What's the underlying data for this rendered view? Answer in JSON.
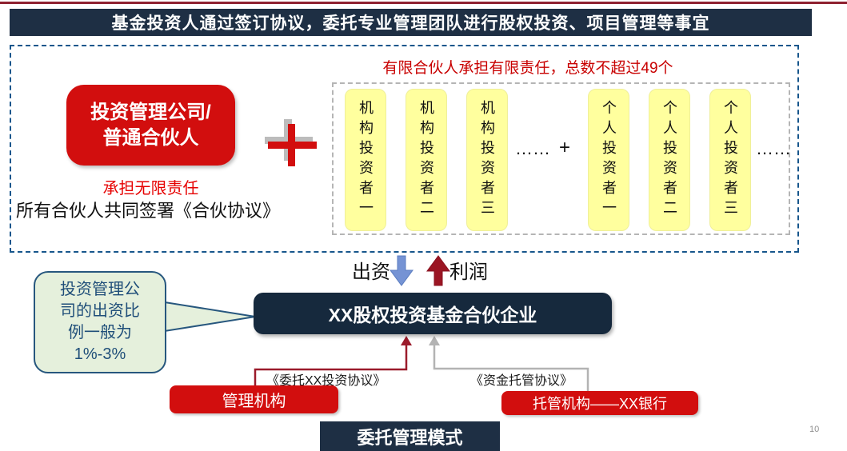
{
  "banner": {
    "title": "基金投资人通过签订协议，委托专业管理团队进行股权投资、项目管理等事宜"
  },
  "partnership": {
    "gp_box": {
      "line1": "投资管理公司/",
      "line2": "普通合伙人"
    },
    "gp_caption": "承担无限责任",
    "sign_note": "所有合伙人共同签署《合伙协议》",
    "lp_note": "有限合伙人承担有限责任，总数不超过49个",
    "investors": [
      {
        "label": "机构投资者一"
      },
      {
        "label": "机构投资者二"
      },
      {
        "label": "机构投资者三"
      },
      {
        "label": "个人投资者一"
      },
      {
        "label": "个人投资者二"
      },
      {
        "label": "个人投资者三"
      }
    ],
    "ellipsis_left": "……",
    "plus_separator": "+",
    "ellipsis_right": "……"
  },
  "flows": {
    "contribution": "出资",
    "profit": "利润"
  },
  "fund_box": {
    "label": "XX股权投资基金合伙企业"
  },
  "callout": {
    "line1": "投资管理公",
    "line2": "司的出资比",
    "line3": "例一般为",
    "line4": "1%-3%"
  },
  "agreements": {
    "management": "《委托XX投资协议》",
    "custody": "《资金托管协议》"
  },
  "entities": {
    "manager": "管理机构",
    "custodian": "托管机构——XX银行"
  },
  "footer": {
    "mode_title": "委托管理模式",
    "page_number": "10"
  },
  "colors": {
    "accent_red": "#d20e0e",
    "navy": "#1e2f44",
    "maroon_arrow": "#9b1b2b",
    "gray_arrow": "#b3b3b3",
    "blue_arrow": "#7593d4",
    "yellow_box": "#ffff9e",
    "callout_fill": "#e5f0dc",
    "callout_border": "#27577e",
    "callout_text": "#1f4e79",
    "dashed_blue": "#17568c",
    "note_red": "#c80000"
  }
}
